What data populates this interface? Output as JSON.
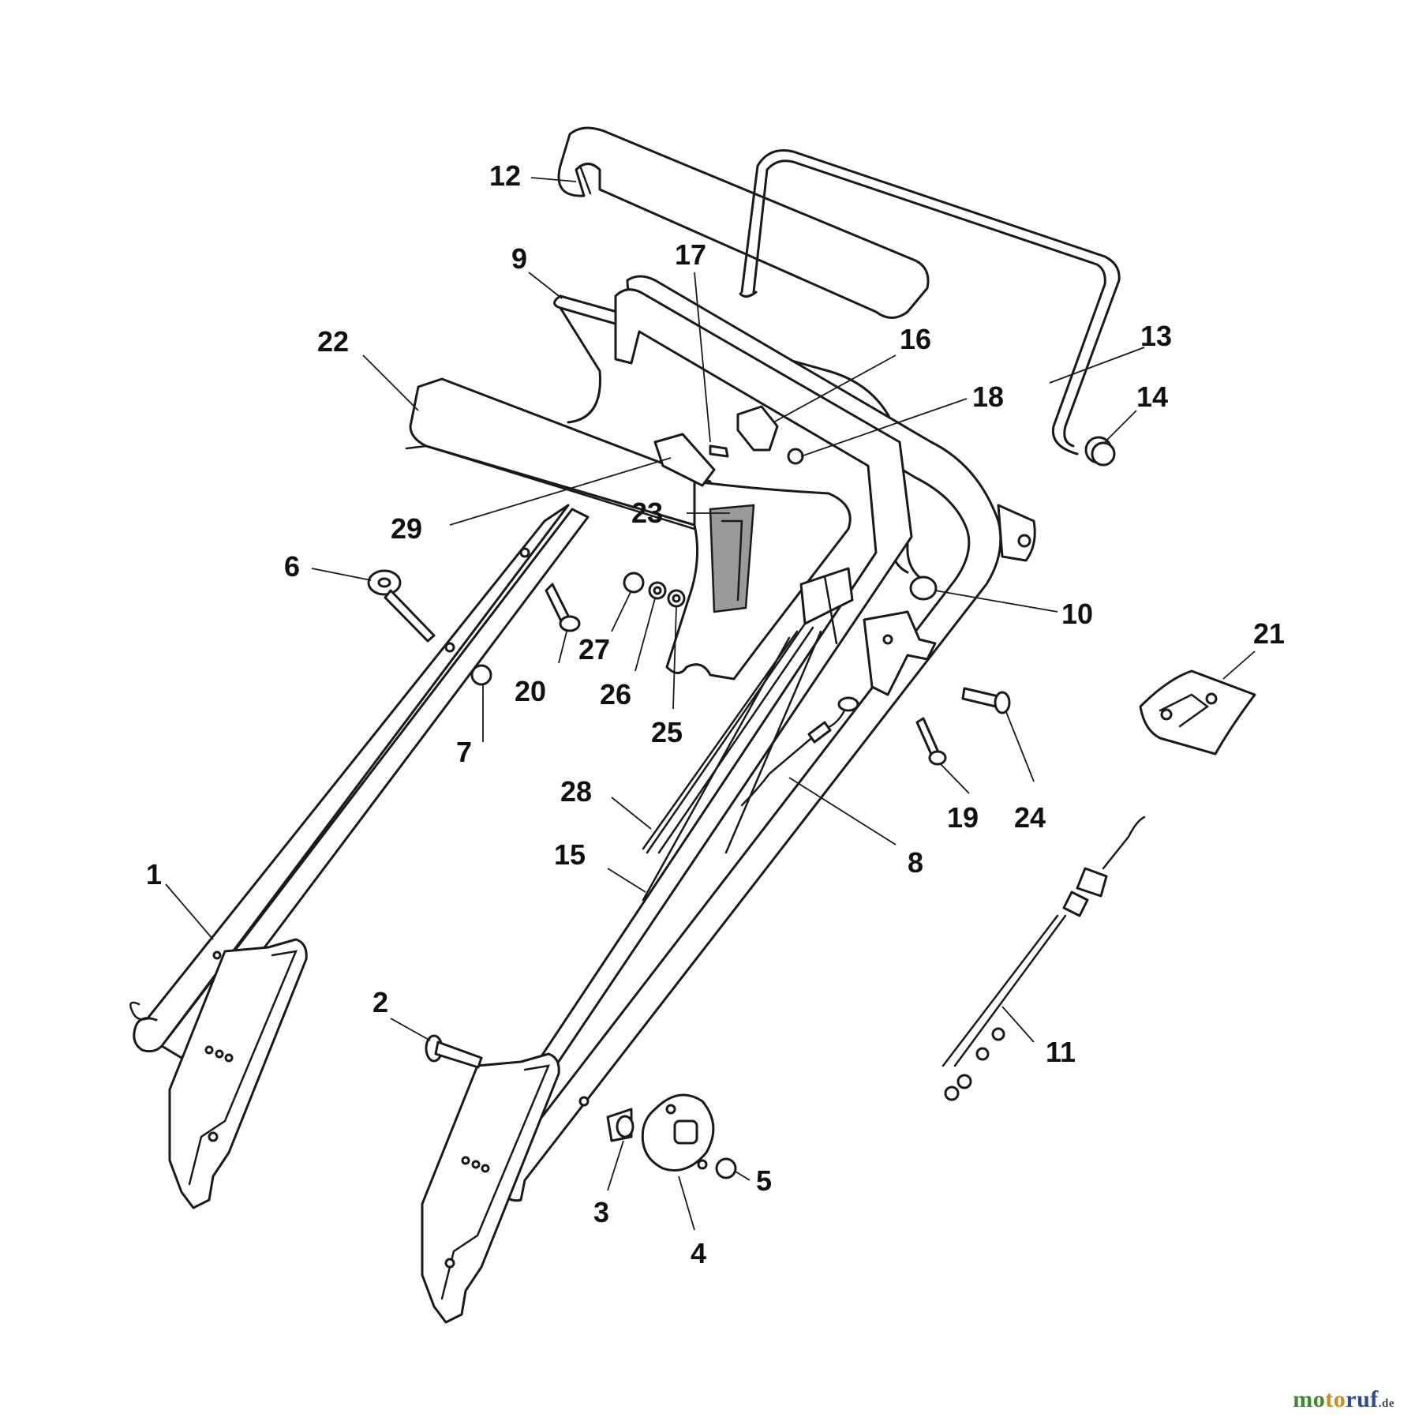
{
  "diagram": {
    "callouts": [
      "1",
      "2",
      "3",
      "4",
      "5",
      "6",
      "7",
      "8",
      "9",
      "10",
      "11",
      "12",
      "13",
      "14",
      "15",
      "16",
      "17",
      "18",
      "19",
      "20",
      "21",
      "22",
      "23",
      "24",
      "25",
      "26",
      "27",
      "28",
      "29"
    ]
  },
  "brand": {
    "logo_text": "motoruf.de",
    "colors": {
      "mo": "#3a8a2a",
      "to": "#d08a12",
      "ruf": "#2a4a9a"
    }
  }
}
